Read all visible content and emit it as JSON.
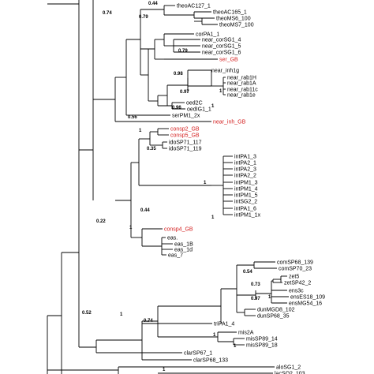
{
  "tree": {
    "colors": {
      "branch": "#000000",
      "normal_label": "#000000",
      "highlight_label": "#d42020"
    },
    "taxa": [
      {
        "id": "t0",
        "label": "theoAC127_1",
        "color": "normal"
      },
      {
        "id": "t1",
        "label": "theoAC165_1",
        "color": "normal"
      },
      {
        "id": "t2",
        "label": "theoMS6_100",
        "color": "normal"
      },
      {
        "id": "t3",
        "label": "theoMS7_100",
        "color": "normal"
      },
      {
        "id": "t4",
        "label": "corPA1_1",
        "color": "normal"
      },
      {
        "id": "t5",
        "label": "near_corSG1_4",
        "color": "normal"
      },
      {
        "id": "t6",
        "label": "near_corSG1_5",
        "color": "normal"
      },
      {
        "id": "t7",
        "label": "near_corSG1_6",
        "color": "normal"
      },
      {
        "id": "t8",
        "label": "ser_GB",
        "color": "highlight"
      },
      {
        "id": "t9",
        "label": "near_inh1g",
        "color": "normal"
      },
      {
        "id": "t10",
        "label": "near_rab1H",
        "color": "normal"
      },
      {
        "id": "t11",
        "label": "near_rab1A",
        "color": "normal"
      },
      {
        "id": "t12",
        "label": "near_rab11c",
        "color": "normal"
      },
      {
        "id": "t13",
        "label": "near_rab1e",
        "color": "normal"
      },
      {
        "id": "t14",
        "label": "oed2C",
        "color": "normal"
      },
      {
        "id": "t15",
        "label": "oedIG1_1",
        "color": "normal"
      },
      {
        "id": "t16",
        "label": "serPM1_2x",
        "color": "normal"
      },
      {
        "id": "t17",
        "label": "near_inh_GB",
        "color": "highlight"
      },
      {
        "id": "t18",
        "label": "consp2_GB",
        "color": "highlight"
      },
      {
        "id": "t19",
        "label": "consp5_GB",
        "color": "highlight"
      },
      {
        "id": "t20",
        "label": "idoSP71_117",
        "color": "normal"
      },
      {
        "id": "t21",
        "label": "idoSP71_119",
        "color": "normal"
      },
      {
        "id": "t22",
        "label": "intPA1_3",
        "color": "normal"
      },
      {
        "id": "t23",
        "label": "intPA2_1",
        "color": "normal"
      },
      {
        "id": "t24",
        "label": "intPA2_3",
        "color": "normal"
      },
      {
        "id": "t25",
        "label": "intPA2_2",
        "color": "normal"
      },
      {
        "id": "t26",
        "label": "intPM1_3",
        "color": "normal"
      },
      {
        "id": "t27",
        "label": "intPM1_4",
        "color": "normal"
      },
      {
        "id": "t28",
        "label": "intPM1_5",
        "color": "normal"
      },
      {
        "id": "t29",
        "label": "intSG2_2",
        "color": "normal"
      },
      {
        "id": "t30",
        "label": "intPA1_6",
        "color": "normal"
      },
      {
        "id": "t31",
        "label": "intPM1_1x",
        "color": "normal"
      },
      {
        "id": "t32",
        "label": "consp4_GB",
        "color": "highlight"
      },
      {
        "id": "t33",
        "label": "eas.",
        "color": "normal"
      },
      {
        "id": "t34",
        "label": "eas_1B",
        "color": "normal"
      },
      {
        "id": "t35",
        "label": "eas_1d",
        "color": "normal"
      },
      {
        "id": "t36",
        "label": "eas_7",
        "color": "normal"
      },
      {
        "id": "t37",
        "label": "comSP68_139",
        "color": "normal"
      },
      {
        "id": "t38",
        "label": "comSP70_23",
        "color": "normal"
      },
      {
        "id": "t39",
        "label": "zet5",
        "color": "normal"
      },
      {
        "id": "t40",
        "label": "zetSP42_2",
        "color": "normal"
      },
      {
        "id": "t41",
        "label": "ens3c",
        "color": "normal"
      },
      {
        "id": "t42",
        "label": "ensES18_109",
        "color": "normal"
      },
      {
        "id": "t43",
        "label": "ensMG54_16",
        "color": "normal"
      },
      {
        "id": "t44",
        "label": "dunMGD8_102",
        "color": "normal"
      },
      {
        "id": "t45",
        "label": "dunSP68_35",
        "color": "normal"
      },
      {
        "id": "t46",
        "label": "triPA1_4",
        "color": "normal"
      },
      {
        "id": "t47",
        "label": "mis2A",
        "color": "normal"
      },
      {
        "id": "t48",
        "label": "misSP89_14",
        "color": "normal"
      },
      {
        "id": "t49",
        "label": "misSP89_18",
        "color": "normal"
      },
      {
        "id": "t50",
        "label": "clarSP67_1",
        "color": "normal"
      },
      {
        "id": "t51",
        "label": "clarSP68_133",
        "color": "normal"
      },
      {
        "id": "t52",
        "label": "aloSG1_2",
        "color": "normal"
      },
      {
        "id": "t53",
        "label": "lacSQ2_103",
        "color": "normal"
      }
    ],
    "support_values": [
      {
        "id": "s0",
        "value": "0.74"
      },
      {
        "id": "s1",
        "value": "0.44"
      },
      {
        "id": "s2",
        "value": "0.79"
      },
      {
        "id": "s3",
        "value": "0.79"
      },
      {
        "id": "s4",
        "value": "0.98"
      },
      {
        "id": "s5",
        "value": "0.97"
      },
      {
        "id": "s6",
        "value": "0.96"
      },
      {
        "id": "s7",
        "value": "1"
      },
      {
        "id": "s8",
        "value": "1"
      },
      {
        "id": "s9",
        "value": "0.56"
      },
      {
        "id": "s10",
        "value": "1"
      },
      {
        "id": "s11",
        "value": "0.35"
      },
      {
        "id": "s12",
        "value": "1"
      },
      {
        "id": "s13",
        "value": "0.44"
      },
      {
        "id": "s14",
        "value": "1"
      },
      {
        "id": "s15",
        "value": "0.22"
      },
      {
        "id": "s16",
        "value": "1"
      },
      {
        "id": "s17",
        "value": "0.54"
      },
      {
        "id": "s18",
        "value": "0.73"
      },
      {
        "id": "s19",
        "value": "0.97"
      },
      {
        "id": "s20",
        "value": "1"
      },
      {
        "id": "s21",
        "value": "0.74"
      },
      {
        "id": "s22",
        "value": "0.52"
      },
      {
        "id": "s23",
        "value": "1"
      },
      {
        "id": "s24",
        "value": "1"
      },
      {
        "id": "s25",
        "value": "1"
      },
      {
        "id": "s26",
        "value": "1"
      }
    ]
  }
}
